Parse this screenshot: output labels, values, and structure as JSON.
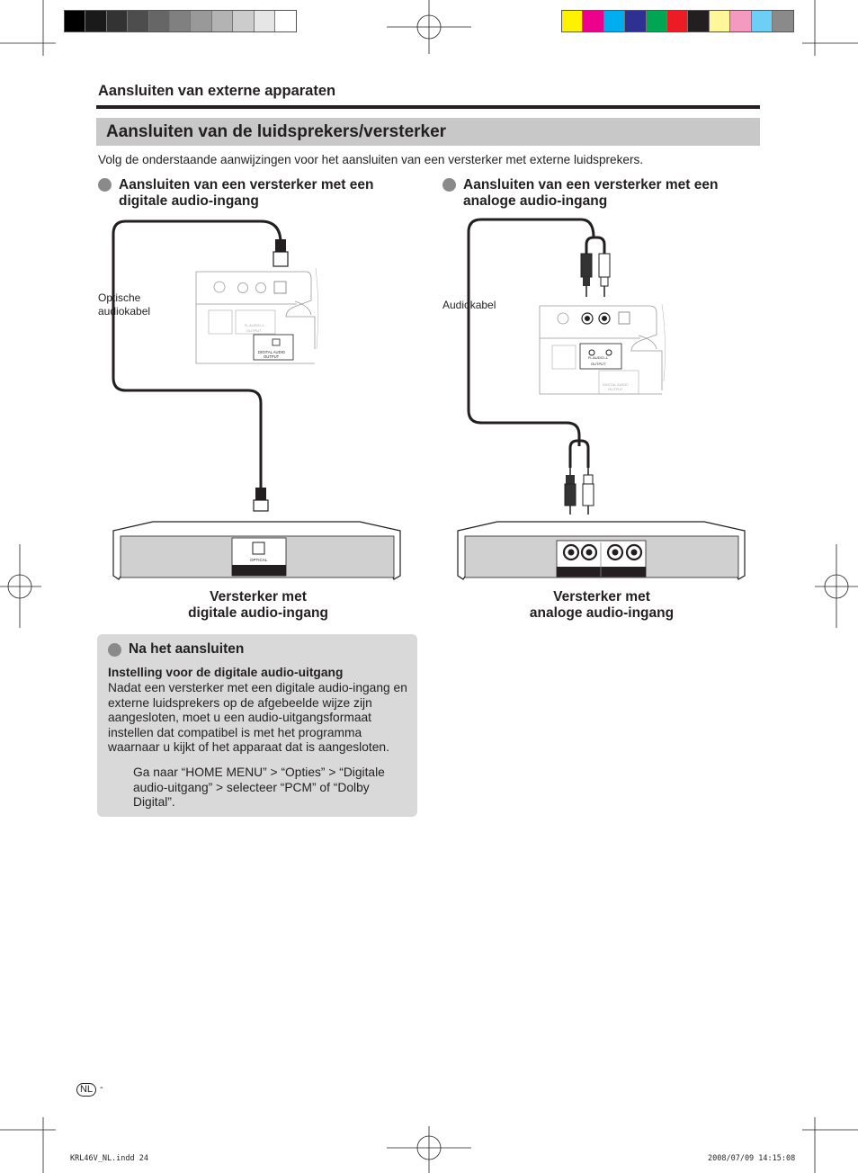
{
  "color_bars": {
    "grays": [
      "#000000",
      "#1a1a1a",
      "#333333",
      "#4d4d4d",
      "#666666",
      "#808080",
      "#999999",
      "#b3b3b3",
      "#cccccc",
      "#e6e6e6",
      "#ffffff"
    ],
    "colors": [
      "#fff200",
      "#ec008c",
      "#00aeef",
      "#2e3192",
      "#00a651",
      "#ed1c24",
      "#231f20",
      "#fff799",
      "#f49ac1",
      "#6dcff6",
      "#8a8a8a"
    ]
  },
  "header": {
    "section": "Aansluiten van externe apparaten",
    "title": "Aansluiten van de luidsprekers/versterker",
    "intro": "Volg de onderstaande aanwijzingen voor het aansluiten van een versterker met externe luidsprekers."
  },
  "digital": {
    "heading_line1": "Aansluiten van een versterker met een",
    "heading_line2": "digitale audio-ingang",
    "cable_label_line1": "Optische",
    "cable_label_line2": "audiokabel",
    "tv_port_label_line1": "DIGITAL AUDIO",
    "tv_port_label_line2": "OUTPUT",
    "tv_rca_label": "R–AUDIO–L",
    "tv_rca_output": "OUTPUT",
    "amp_port_label": "OPTICAL",
    "amp_label_line1": "Versterker met",
    "amp_label_line2": "digitale audio-ingang"
  },
  "analog": {
    "heading_line1": "Aansluiten van een versterker met een",
    "heading_line2": "analoge audio-ingang",
    "cable_label": "Audiokabel",
    "tv_rca_label": "R–AUDIO–L",
    "tv_rca_output": "OUTPUT",
    "tv_port_label_line1": "DIGITAL AUDIO",
    "tv_port_label_line2": "OUTPUT",
    "amp_label_line1": "Versterker met",
    "amp_label_line2": "analoge audio-ingang"
  },
  "note": {
    "title": "Na het aansluiten",
    "subtitle": "Instelling voor de digitale audio-uitgang",
    "body": "Nadat een versterker met een digitale audio-ingang en externe luidsprekers op de afgebeelde wijze zijn aangesloten, moet u een audio-uitgangsformaat instellen dat compatibel is met het programma waarnaar u kijkt of het apparaat dat is aangesloten.",
    "instruction": "Ga naar “HOME MENU” > “Opties” > “Digitale audio-uitgang” > selecteer “PCM” of “Dolby Digital”."
  },
  "footer": {
    "lang_badge": "NL",
    "page_dash": "-",
    "file_slug": "KRL46V_NL.indd   24",
    "date_slug": "2008/07/09   14:15:08"
  }
}
